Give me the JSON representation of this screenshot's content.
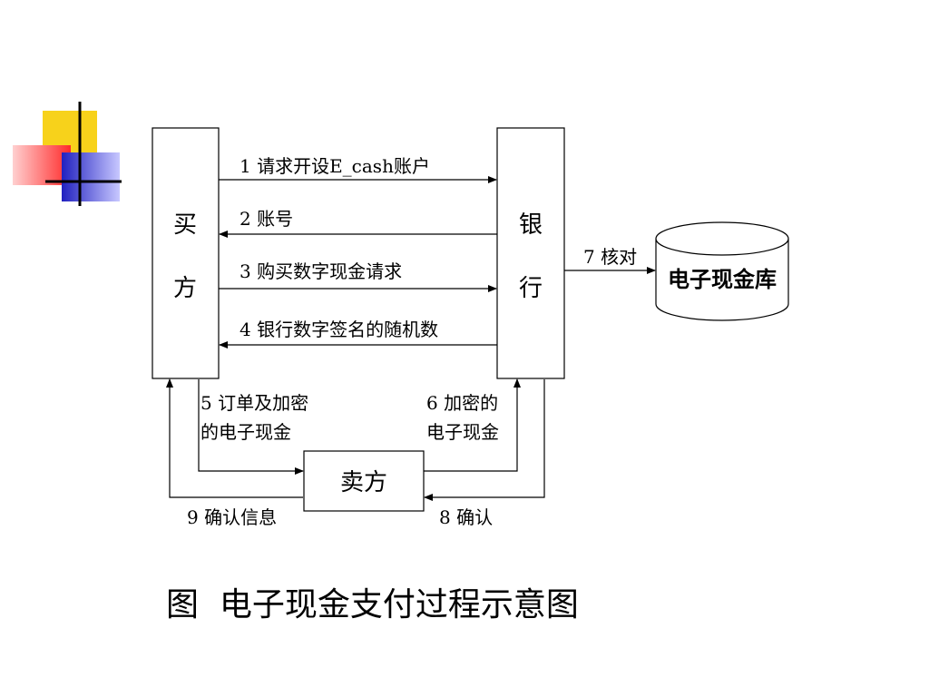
{
  "decoration": {
    "name": "slide-bullet-squares",
    "colors": [
      "#f7d21b",
      "#ff4d4d",
      "#3a3ad0",
      "#000000"
    ]
  },
  "nodes": {
    "buyer_line1": "买",
    "buyer_line2": "方",
    "bank_line1": "银",
    "bank_line2": "行",
    "seller": "卖方",
    "cash_db": "电子现金库"
  },
  "messages": {
    "m1": "1 请求开设E_cash账户",
    "m2": "2 账号",
    "m3": "3 购买数字现金请求",
    "m4": "4 银行数字签名的随机数",
    "m5_line1": "5 订单及加密",
    "m5_line2": "的电子现金",
    "m6_line1": "6 加密的",
    "m6_line2": "电子现金",
    "m7": "7 核对",
    "m8": "8 确认",
    "m9": "9 确认信息"
  },
  "caption": "图  电子现金支付过程示意图"
}
